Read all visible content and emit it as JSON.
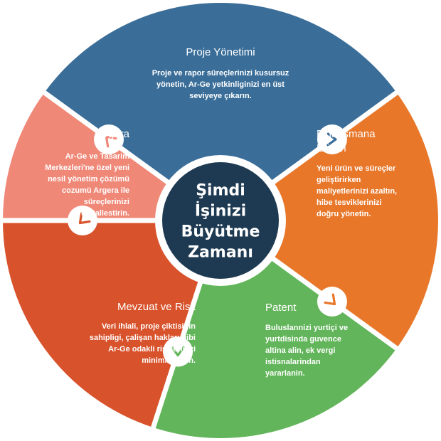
{
  "center": {
    "lines": [
      "Şimdi",
      "İşinizi",
      "Büyütme",
      "Zamanı"
    ],
    "color": "#1e3a52"
  },
  "segments": [
    {
      "id": "proje-yonetimi",
      "color": "#3a6e99",
      "title": [
        "Proje Yönetimi"
      ],
      "body": [
        "Proje ve rapor süreçlerinizi kusursuz",
        "yönetin, Ar-Ge yetkinliginizi en üst",
        "seviyeye çıkarın."
      ],
      "icon": "chevron-icon"
    },
    {
      "id": "finansmana-erisim",
      "color": "#e8772a",
      "title": [
        "Finansmana",
        "Erişim"
      ],
      "body": [
        "Yeni ürün ve süreçler",
        "geliştirirken",
        "maliyetlerinizi azaltın,",
        "hibe tesviklerinizi",
        "doğru yönetin."
      ],
      "icon": "chevron-icon"
    },
    {
      "id": "patent",
      "color": "#62b55a",
      "title": [
        "Patent"
      ],
      "body": [
        "Buluslannizi yurtiçi ve",
        "yurtdisinda guvence",
        "altina alin, ek vergi",
        "istisnalarindan",
        "yararlanin."
      ],
      "icon": "chevron-icon"
    },
    {
      "id": "mevzuat-ve-risk",
      "color": "#d8532c",
      "title": [
        "Mevzuat ve Risk"
      ],
      "body": [
        "Veri ihlali, proje çiktisinin",
        "sahipligi, çalişan hakları gibi",
        "Ar-Ge odakli risklerinizi",
        "minimize edin."
      ],
      "icon": "chevron-icon"
    },
    {
      "id": "argera",
      "color": "#f08878",
      "title": [
        "Argera"
      ],
      "body": [
        "Ar-Ge ve Tasarim",
        "Merkezleri'ne özel yeni",
        "nesil yönetim çözümü",
        "cozumü Argera ile",
        "süreçlerinizi",
        "dijitallestirin."
      ],
      "icon": "chevron-icon"
    }
  ]
}
